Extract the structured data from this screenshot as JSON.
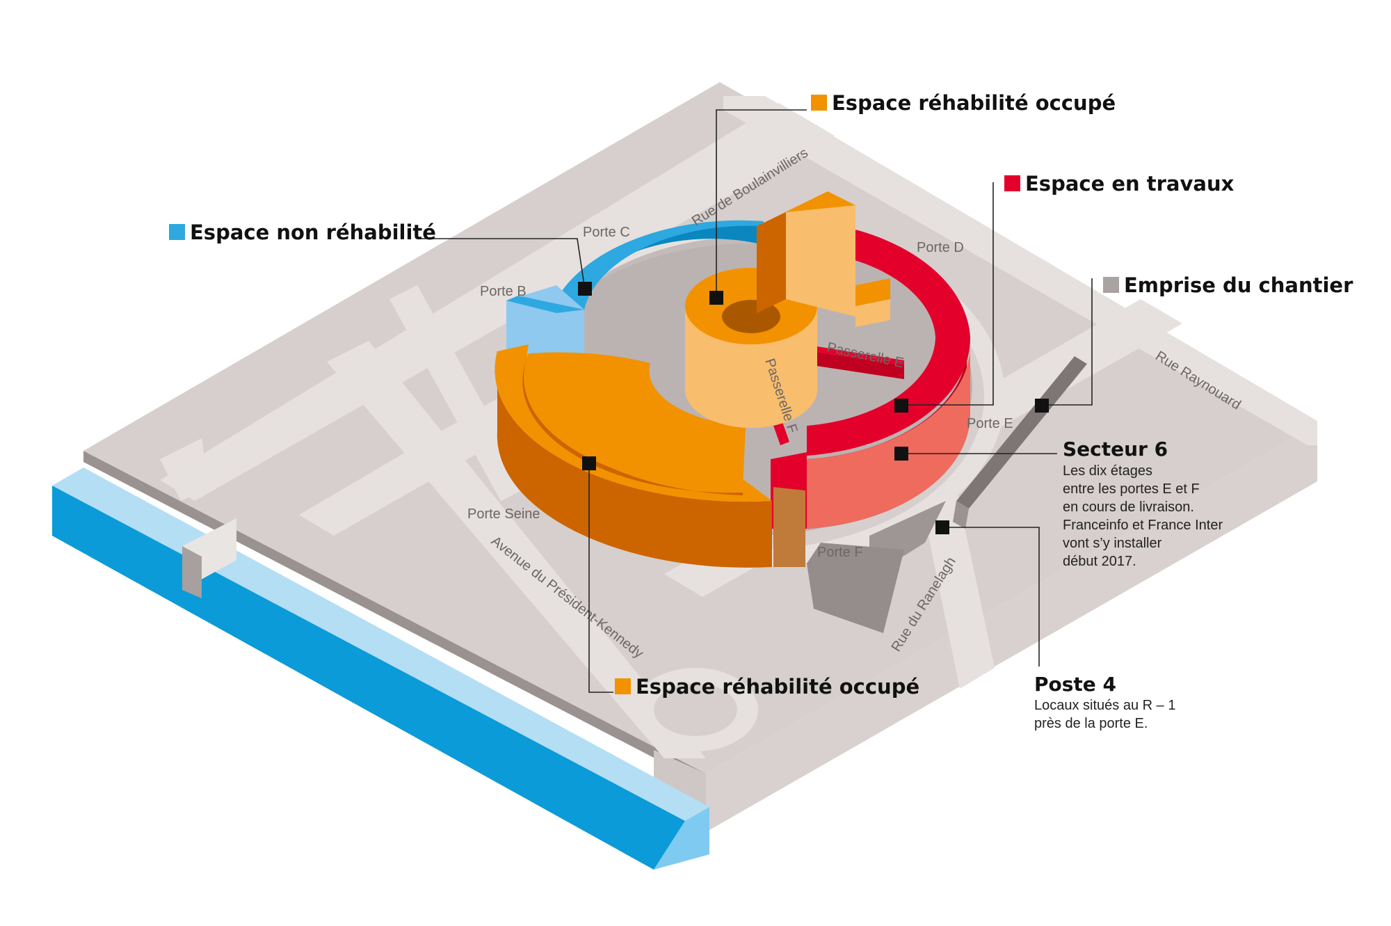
{
  "colors": {
    "non_rehabilite": "#2ea8e0",
    "rehabilite_occupe": "#f29200",
    "en_travaux": "#e3002b",
    "emprise_chantier": "#a9a3a1",
    "river": "#0a9bd8",
    "ground": "#d6cfcd",
    "road": "#e6e1df"
  },
  "legend": {
    "rehab_top": "Espace réhabilité occupé",
    "travaux": "Espace en travaux",
    "non_rehab": "Espace non réhabilité",
    "emprise": "Emprise du chantier",
    "rehab_bottom": "Espace réhabilité occupé"
  },
  "secteur6": {
    "title": "Secteur 6",
    "lines": [
      "Les dix étages",
      "entre les portes E et F",
      "en cours de livraison.",
      "Franceinfo et France Inter",
      "vont s’y installer",
      "début 2017."
    ]
  },
  "poste4": {
    "title": "Poste 4",
    "lines": [
      "Locaux situés au R – 1",
      "près de la porte E."
    ]
  },
  "labels": {
    "porte_b": "Porte B",
    "porte_c": "Porte C",
    "porte_d": "Porte D",
    "porte_e": "Porte E",
    "porte_f": "Porte F",
    "porte_seine": "Porte Seine",
    "passerelle_e": "Passerelle E",
    "passerelle_f": "Passerelle F",
    "rue_boulainvilliers": "Rue de Boulainvilliers",
    "rue_raynouard": "Rue Raynouard",
    "rue_ranelagh": "Rue du Ranelagh",
    "avenue_kennedy": "Avenue du Président-Kennedy"
  }
}
